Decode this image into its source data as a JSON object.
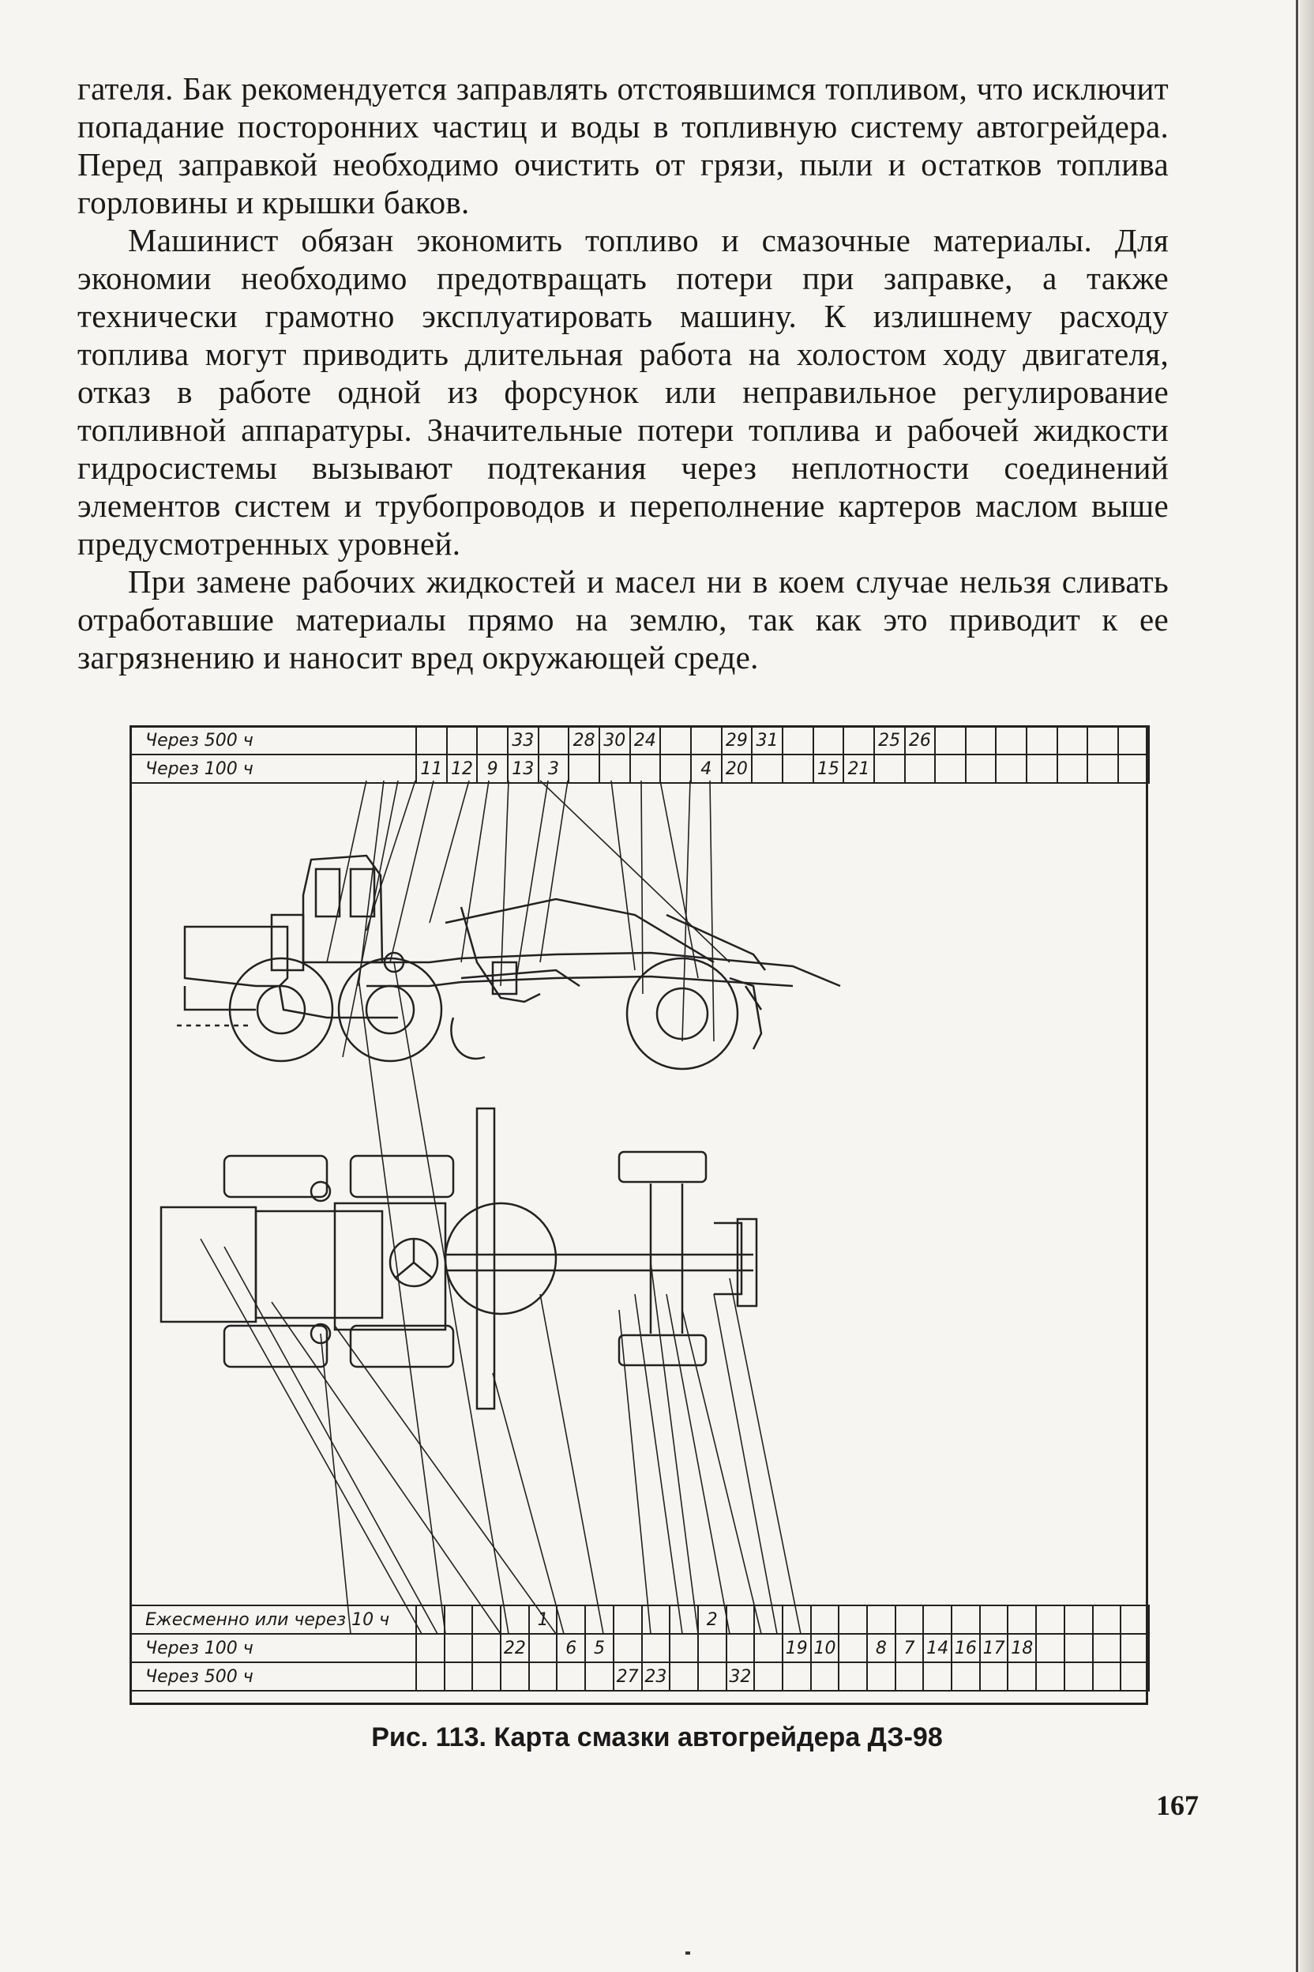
{
  "paragraphs": [
    "гателя. Бак рекомендуется заправлять отстоявшимся топливом, что исключит попадание посторонних частиц и воды в топливную систему автогрейдера. Перед заправкой необходимо очистить от грязи, пыли и остатков топлива горловины и крышки баков.",
    "Машинист обязан экономить топливо и смазочные материалы. Для экономии необходимо предотвращать потери при заправке, а также технически грамотно эксплуатировать машину. К излишнему расходу топлива могут приводить длительная работа на холостом ходу двигателя, отказ в работе одной из форсунок или неправильное регулирование топливной аппаратуры. Значительные потери топлива и рабочей жидкости гидросистемы вызывают подтекания через неплотности соединений элементов систем и трубопроводов и переполнение картеров маслом выше предусмотренных уровней.",
    "При замене рабочих жидкостей и масел ни в коем случае нельзя сливать отработавшие материалы прямо на землю, так как это приводит к ее загрязнению и наносит вред окружающей среде."
  ],
  "figure": {
    "top_table": {
      "rows": [
        {
          "label": "Через 500 ч",
          "cells": [
            "",
            "",
            "",
            "33",
            "",
            "28",
            "30",
            "24",
            "",
            "",
            "29",
            "31",
            "",
            "",
            "",
            "25",
            "26",
            "",
            "",
            "",
            "",
            "",
            "",
            ""
          ]
        },
        {
          "label": "Через 100 ч",
          "cells": [
            "11",
            "12",
            "9",
            "13",
            "3",
            "",
            "",
            "",
            "",
            "4",
            "20",
            "",
            "",
            "15",
            "21",
            "",
            "",
            "",
            "",
            "",
            "",
            "",
            "",
            ""
          ]
        }
      ]
    },
    "bottom_table": {
      "rows": [
        {
          "label": "Ежесменно или через 10 ч",
          "cells": [
            "",
            "",
            "",
            "",
            "1",
            "",
            "",
            "",
            "",
            "",
            "2",
            "",
            "",
            "",
            "",
            "",
            "",
            "",
            "",
            "",
            "",
            "",
            "",
            "",
            "",
            ""
          ]
        },
        {
          "label": "Через 100 ч",
          "cells": [
            "",
            "",
            "",
            "22",
            "",
            "6",
            "5",
            "",
            "",
            "",
            "",
            "",
            "",
            "19",
            "10",
            "",
            "8",
            "7",
            "14",
            "16",
            "17",
            "18",
            "",
            "",
            "",
            ""
          ]
        },
        {
          "label": "Через 500 ч",
          "cells": [
            "",
            "",
            "",
            "",
            "",
            "",
            "",
            "27",
            "23",
            "",
            "",
            "32",
            "",
            "",
            "",
            "",
            "",
            "",
            "",
            "",
            "",
            "",
            "",
            "",
            "",
            ""
          ]
        }
      ]
    }
  },
  "caption": "Рис. 113. Карта смазки автогрейдера ДЗ-98",
  "page_number": "167"
}
